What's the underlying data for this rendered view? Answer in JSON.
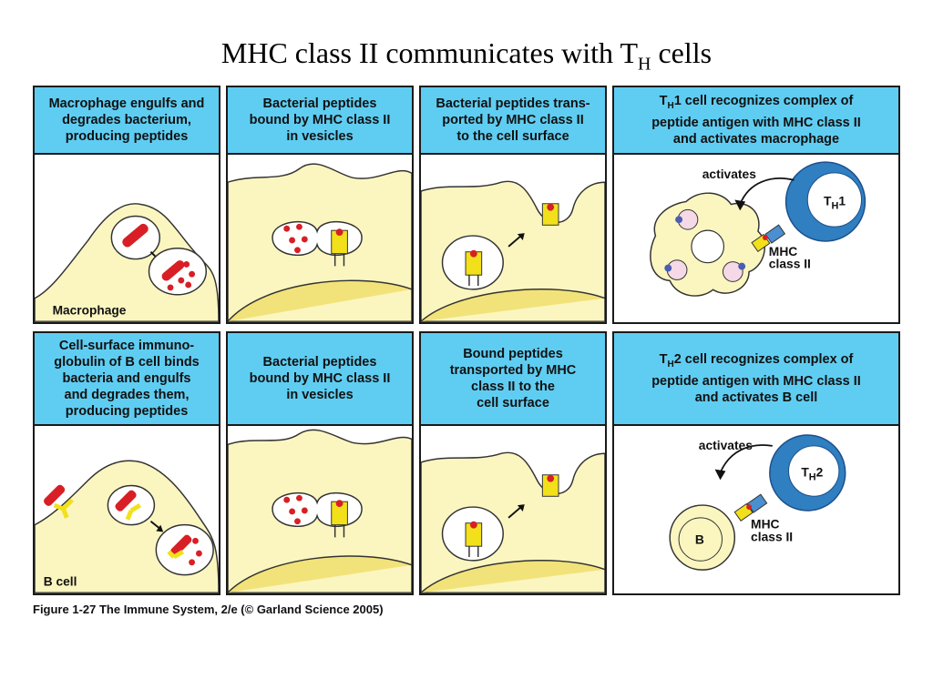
{
  "title": {
    "main": "MHC class II communicates with T",
    "subscript": "H",
    "suffix": " cells"
  },
  "panels": [
    {
      "header_lines": [
        "Macrophage engulfs and",
        "degrades bacterium,",
        "producing peptides"
      ],
      "label": "Macrophage"
    },
    {
      "header_lines": [
        "Bacterial peptides",
        "bound by MHC class II",
        "in vesicles"
      ]
    },
    {
      "header_lines": [
        "Bacterial peptides trans-",
        "ported by MHC class II",
        "to the cell surface"
      ]
    },
    {
      "header_lines": [
        "1 cell recognizes complex of",
        "peptide antigen with MHC class II",
        "and activates macrophage"
      ],
      "header_prefix": "T",
      "header_sub": "H",
      "activates": "activates",
      "cell_label": "T",
      "cell_sub": "H",
      "cell_suffix": "1",
      "mhc_line1": "MHC",
      "mhc_line2": "class II"
    },
    {
      "header_lines": [
        "Cell-surface immuno-",
        "globulin of B cell binds",
        "bacteria and engulfs",
        "and degrades them,",
        "producing peptides"
      ],
      "label": "B cell"
    },
    {
      "header_lines": [
        "Bacterial peptides",
        "bound by MHC class II",
        "in vesicles"
      ]
    },
    {
      "header_lines": [
        "Bound peptides",
        "transported by MHC",
        "class II to the",
        "cell surface"
      ]
    },
    {
      "header_lines": [
        "2 cell recognizes complex of",
        "peptide antigen with MHC class II",
        "and activates B cell"
      ],
      "header_prefix": "T",
      "header_sub": "H",
      "activates": "activates",
      "cell_label": "T",
      "cell_sub": "H",
      "cell_suffix": "2",
      "b_label": "B",
      "mhc_line1": "MHC",
      "mhc_line2": "class II"
    }
  ],
  "caption": "Figure 1-27  The Immune System, 2/e (© Garland Science 2005)",
  "colors": {
    "header": "#5fcdf2",
    "cell": "#fbf6c0",
    "bacterium": "#d81f26",
    "mhc": "#f2e01a",
    "tcell": "#2f7fc1"
  }
}
